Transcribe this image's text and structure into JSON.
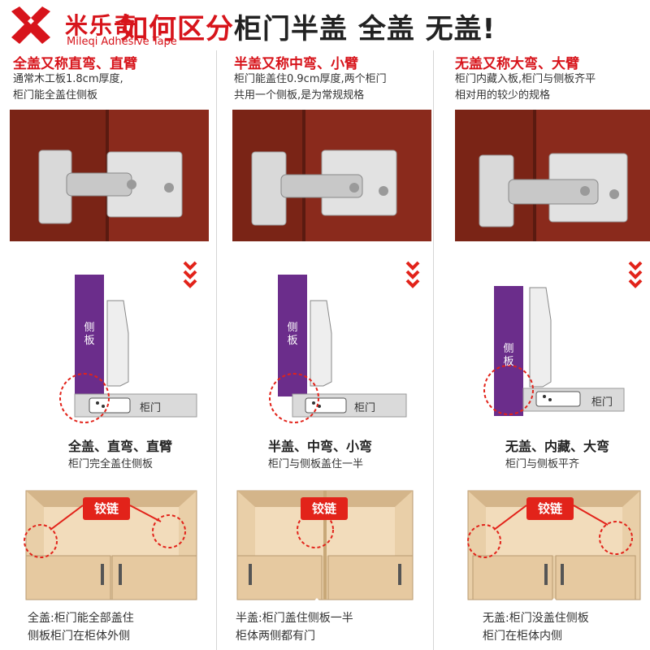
{
  "header": {
    "brand_cn": "米乐奇",
    "brand_en": "Mileqi Adhesive Tape",
    "headline_red": "如何区分",
    "headline_dark": "柜门半盖 全盖 无盖!"
  },
  "columns": [
    {
      "title": "全盖又称直弯、直臂",
      "desc_line1": "通常木工板1.8cm厚度,",
      "desc_line2": "柜门能全盖住侧板",
      "side_label": "侧板",
      "door_label": "柜门",
      "caption_big": "全盖、直弯、直臂",
      "caption_small": "柜门完全盖住侧板",
      "hinge_tag": "铰链",
      "bottom_line1": "全盖:柜门能全部盖住",
      "bottom_line2": "侧板柜门在柜体外侧"
    },
    {
      "title": "半盖又称中弯、小臂",
      "desc_line1": "柜门能盖住0.9cm厚度,两个柜门",
      "desc_line2": "共用一个侧板,是为常规规格",
      "side_label": "侧板",
      "door_label": "柜门",
      "caption_big": "半盖、中弯、小弯",
      "caption_small": "柜门与侧板盖住一半",
      "hinge_tag": "铰链",
      "bottom_line1": "半盖:柜门盖住侧板一半",
      "bottom_line2": "柜体两侧都有门"
    },
    {
      "title": "无盖又称大弯、大臂",
      "desc_line1": "柜门内藏入板,柜门与侧板齐平",
      "desc_line2": "相对用的较少的规格",
      "side_label": "侧板",
      "door_label": "柜门",
      "caption_big": "无盖、内藏、大弯",
      "caption_small": "柜门与侧板平齐",
      "hinge_tag": "铰链",
      "bottom_line1": "无盖:柜门没盖住侧板",
      "bottom_line2": "柜门在柜体内侧"
    }
  ],
  "icons": {
    "logo": "mileqi-logo-icon",
    "arrow": "triple-chevron-down-icon",
    "hinge": "cabinet-hinge-icon"
  },
  "colors": {
    "brand_red": "#d7141b",
    "tag_red": "#e2231a",
    "side_panel_purple": "#6b2d8b",
    "door_gray": "#dadada",
    "wood_red": "#8a2a1c",
    "plywood": "#e9cfa8"
  }
}
